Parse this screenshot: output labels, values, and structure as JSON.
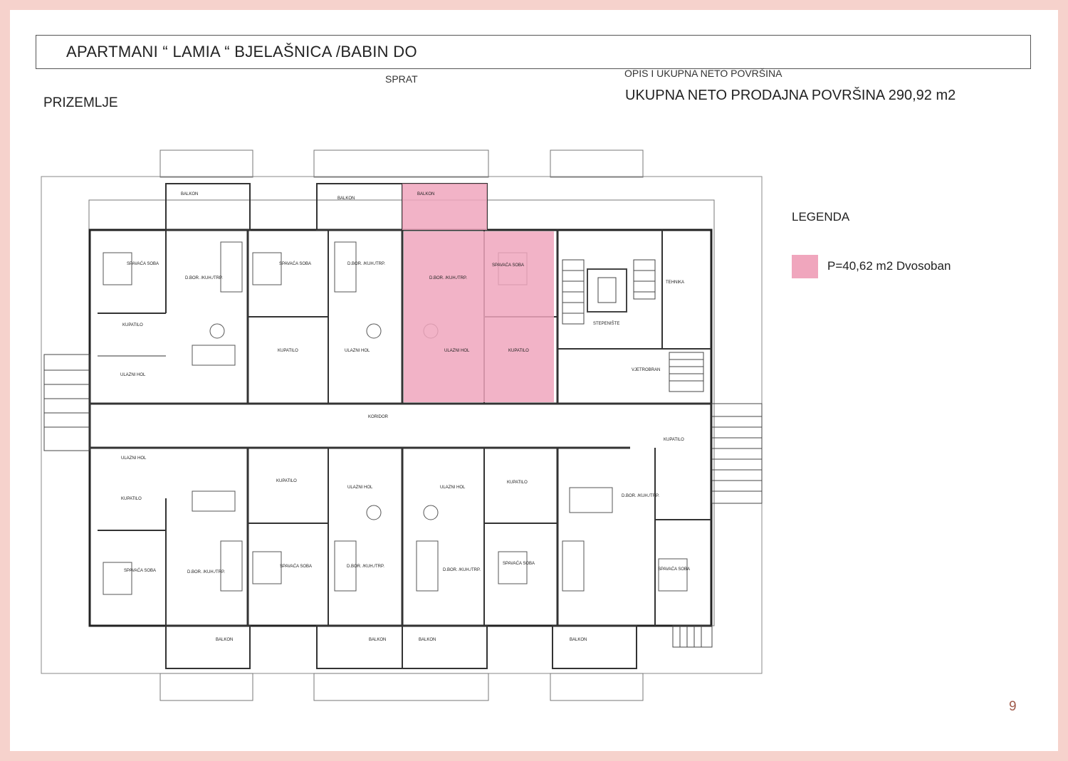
{
  "header": {
    "title": "APARTMANI “ LAMIA “ BJELAŠNICA /BABIN DO"
  },
  "labels": {
    "floor": "PRIZEMLJE",
    "sprat": "SPRAT",
    "description": "OPIS I UKUPNA NETO POVRŠINA",
    "total_area": "UKUPNA NETO PRODAJNA POVRŠINA  290,92 m2"
  },
  "legend": {
    "title": "LEGENDA",
    "item_label": "P=40,62 m2 Dvosoban",
    "color": "#f0a6bd"
  },
  "plan": {
    "highlight_color": "#f0a6bd",
    "rooms_top": [
      "SPAVAĆA SOBA",
      "D.BOR. /KUH./TRP.",
      "SPAVAĆA SOBA",
      "D.BOR. /KUH./TRP.",
      "D.BOR. /KUH./TRP.",
      "SPAVAĆA SOBA",
      "TEHNIKA",
      "STEPENIŠTE",
      "VJETROBRAN"
    ],
    "rooms_service": [
      "KUPATILO",
      "ULAZNI HOL",
      "KUPATILO",
      "ULAZNI HOL",
      "ULAZNI HOL",
      "KUPATILO",
      "KORIDOR"
    ],
    "rooms_bottom": [
      "SPAVAĆA SOBA",
      "D.BOR. /KUH./TRP.",
      "SPAVAĆA SOBA",
      "D.BOR. /KUH./TRP.",
      "D.BOR. /KUH./TRP.",
      "SPAVAĆA SOBA",
      "D.BOR. /KUH./TRP.",
      "SPAVAĆA SOBA"
    ],
    "rooms_bottom_service": [
      "ULAZNI HOL",
      "KUPATILO",
      "KUPATILO",
      "ULAZNI HOL",
      "ULAZNI HOL",
      "KUPATILO",
      "KUPATILO"
    ],
    "balconies_top": [
      "BALKON",
      "BALKON",
      "BALKON"
    ],
    "balconies_bottom": [
      "BALKON",
      "BALKON",
      "BALKON",
      "BALKON"
    ]
  }
}
